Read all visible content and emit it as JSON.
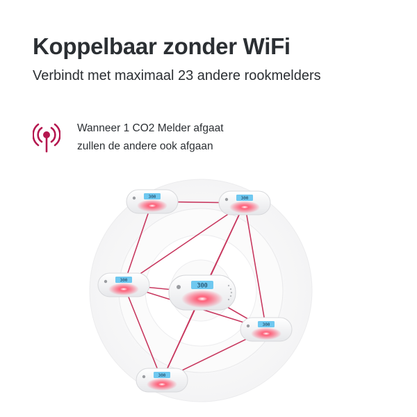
{
  "header": {
    "title": "Koppelbaar zonder WiFi",
    "subtitle": "Verbindt met maximaal 23 andere rookmelders"
  },
  "feature": {
    "icon": "wireless-signal-icon",
    "line1": "Wanneer 1 CO2 Melder afgaat",
    "line2": "zullen de andere ook afgaan"
  },
  "colors": {
    "text": "#2b2f33",
    "accent": "#b5174f",
    "link": "#c8385f",
    "display": "#6fc8f0",
    "alarm_glow": "#ff3b5c"
  },
  "detectors": [
    {
      "display": "300"
    },
    {
      "display": "300"
    },
    {
      "display": "300"
    },
    {
      "display": "300"
    },
    {
      "display": "300"
    },
    {
      "display": "300"
    }
  ]
}
